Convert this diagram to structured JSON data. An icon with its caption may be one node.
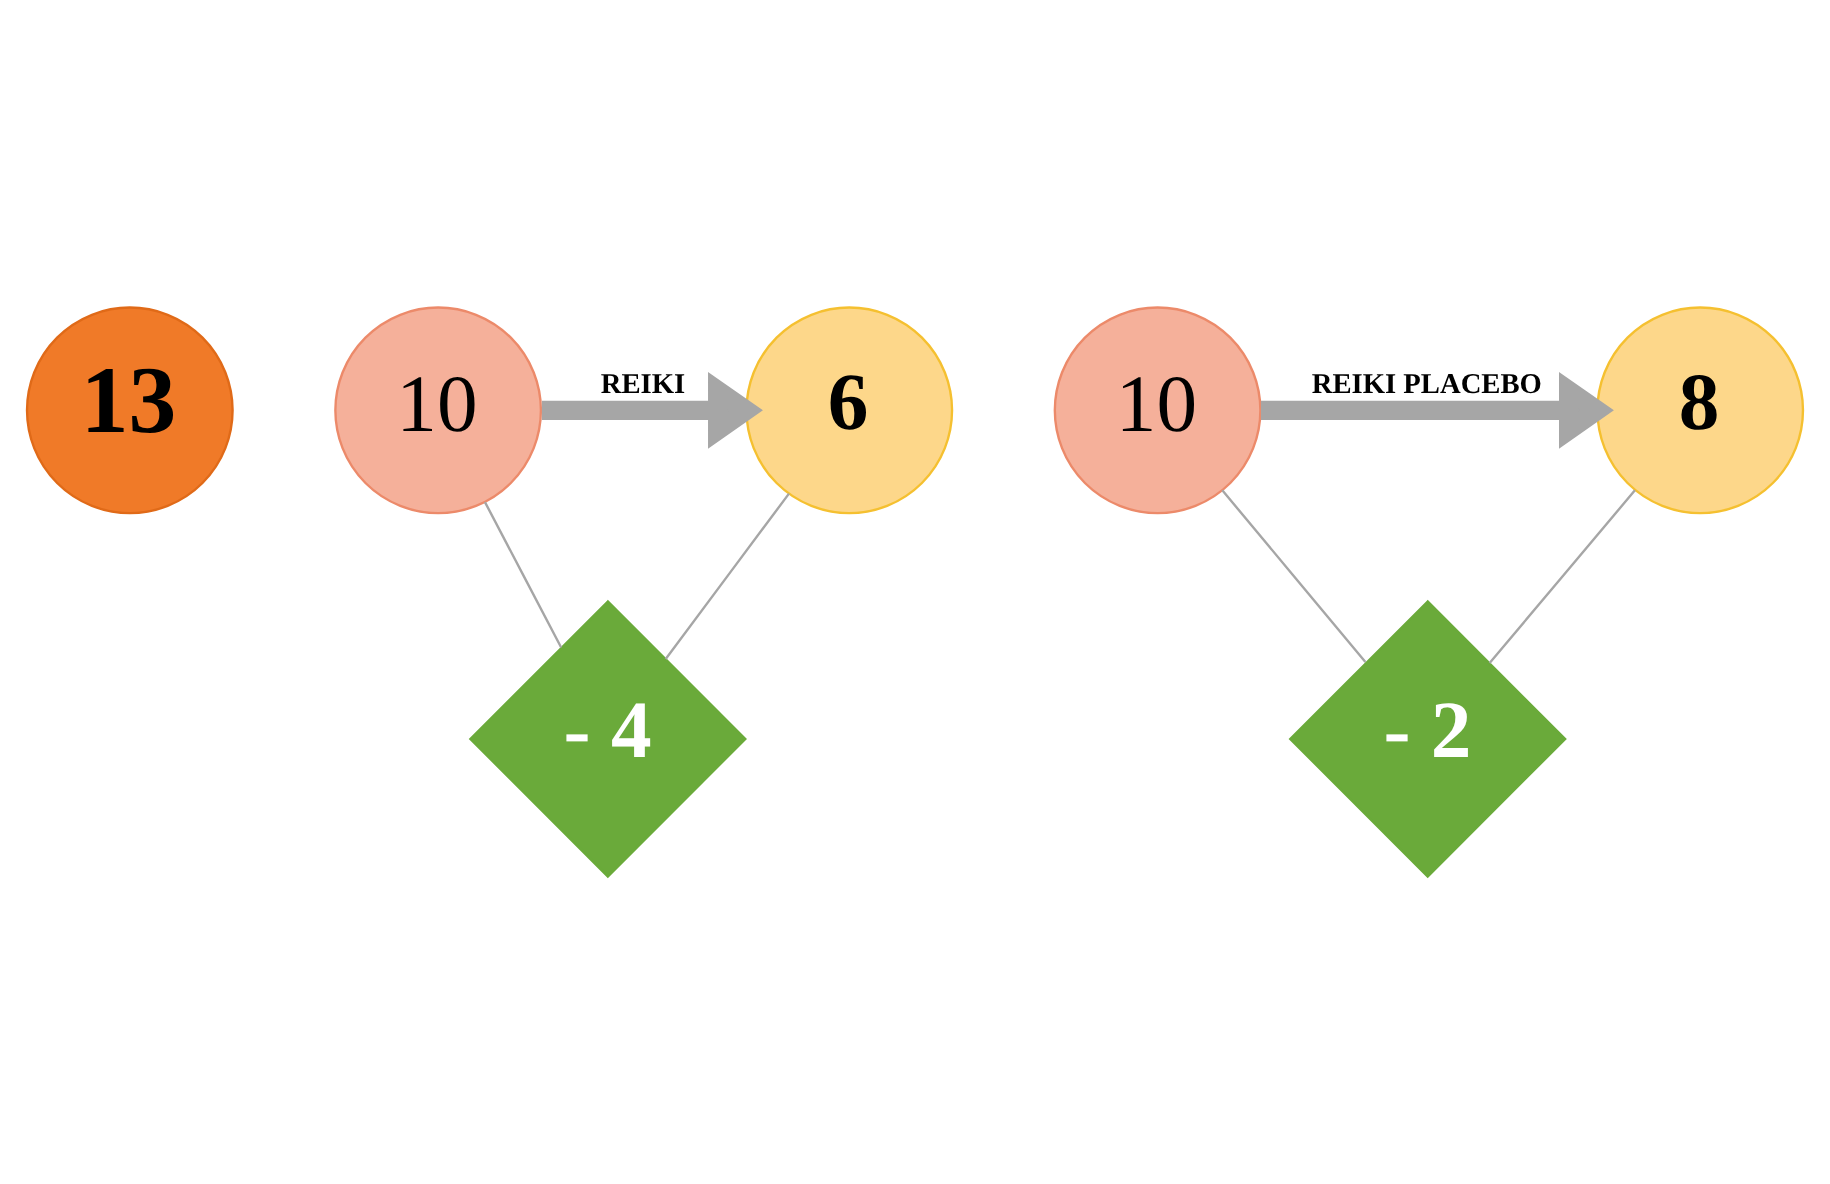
{
  "diagram": {
    "nodes": [
      {
        "text": [
          "13"
        ]
      },
      {
        "text": [
          "10"
        ]
      },
      {
        "text": [
          "6"
        ]
      },
      {
        "text": [
          "- 4"
        ]
      },
      {
        "text": [
          "10"
        ]
      },
      {
        "text": [
          "8"
        ]
      },
      {
        "text": [
          "- 2"
        ]
      }
    ],
    "edges": [
      {
        "from": 1,
        "to": 2,
        "arrow": "to",
        "label": "REIKI",
        "style": "thick"
      },
      {
        "from": 1,
        "to": 3,
        "arrow": "none"
      },
      {
        "from": 2,
        "to": 3,
        "arrow": "none"
      },
      {
        "from": 4,
        "to": 5,
        "arrow": "to",
        "label": "REIKI PLACEBO",
        "style": "thick"
      },
      {
        "from": 4,
        "to": 6,
        "arrow": "none"
      },
      {
        "from": 5,
        "to": 6,
        "arrow": "none"
      }
    ]
  }
}
